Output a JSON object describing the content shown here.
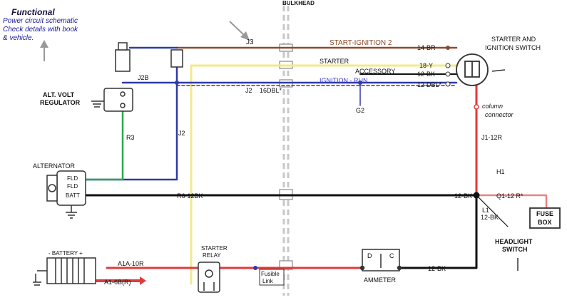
{
  "note": {
    "title": "Functional",
    "lines": [
      "Power circuit schematic",
      "Check details with book",
      "& vehicle."
    ]
  },
  "labels": {
    "bulkhead": "BULKHEAD",
    "starter_ignition_switch_1": "STARTER AND",
    "starter_ignition_switch_2": "IGNITION SWITCH",
    "j3": "J3",
    "start_ignition": "START-IGNITION 2",
    "w_14br": "14-BR",
    "starter": "STARTER",
    "w_18y": "18-Y",
    "accessory": "ACCESSORY",
    "w_12bk_acc": "12-BK",
    "ignition_run": "IGNITION - RUN",
    "w_12dbl": "12-DBL*",
    "j2b": "J2B",
    "j2_mid": "J2",
    "w_16dbl": "16DBL*",
    "g2": "G2",
    "alt_volt_1": "ALT. VOLT",
    "alt_volt_2": "REGULATOR",
    "r3": "R3",
    "j2_vert": "J2",
    "column_connector_1": "column",
    "column_connector_2": "connector",
    "j1_12r": "J1-12R",
    "h1": "H1",
    "alternator": "ALTERNATOR",
    "fld1": "FLD",
    "fld2": "FLD",
    "batt": "BATT",
    "r6_12bk": "R6-12BK",
    "w_12bk_main": "12-BK",
    "q1_12r": "Q1-12 R*",
    "l1": "L1",
    "w_12bk_l1": "12-BK",
    "fuse_box_1": "FUSE",
    "fuse_box_2": "BOX",
    "headlight_1": "HEADLIGHT",
    "headlight_2": "SWITCH",
    "starter_relay_1": "STARTER",
    "starter_relay_2": "RELAY",
    "battery": "- BATTERY +",
    "a1a_10r": "A1A-10R",
    "a1_6br": "A1-6B(R)",
    "fusible_1": "Fusible",
    "fusible_2": "Link",
    "ammeter": "AMMETER",
    "ammeter_d": "D",
    "ammeter_c": "C",
    "w_12bk_amm": "12-BK"
  },
  "colors": {
    "brown": "#8b4a2b",
    "yellow": "#f1e98a",
    "blue": "#2f3aa6",
    "green": "#2aa84a",
    "black": "#111111",
    "red": "#e23a3a",
    "gray": "#b0b0b0",
    "label_blue": "#3b3bd0"
  }
}
